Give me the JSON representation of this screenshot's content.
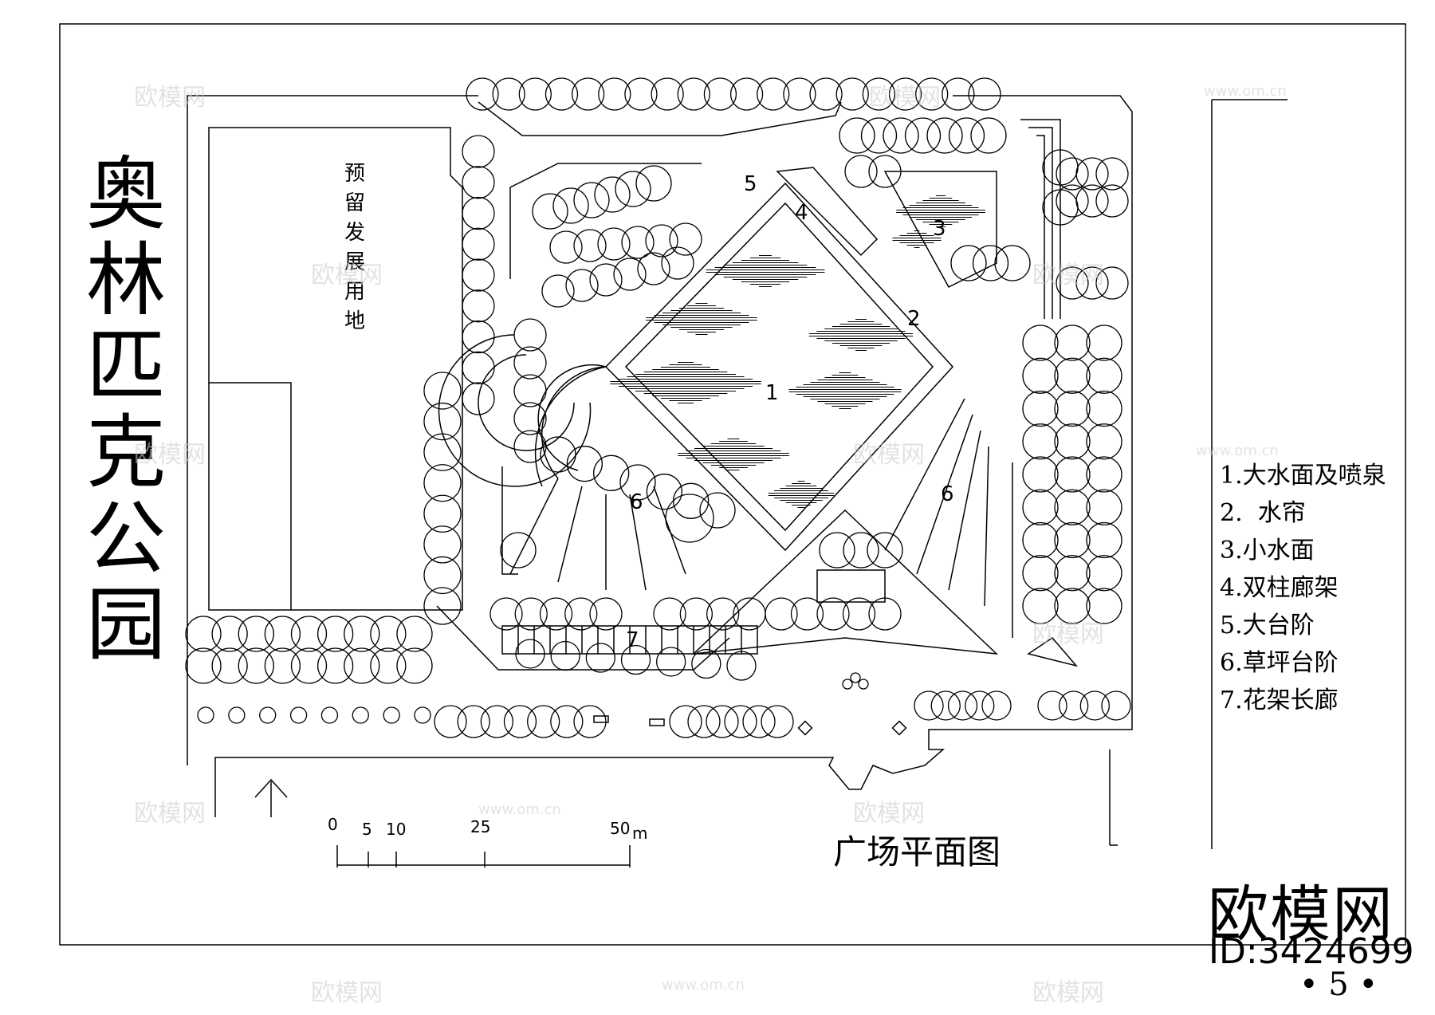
{
  "title_chars": [
    "奥",
    "林",
    "匹",
    "克",
    "公",
    "园"
  ],
  "reserved_chars": [
    "预",
    "留",
    "发",
    "展",
    "用",
    "地"
  ],
  "legend": [
    "1.大水面及喷泉",
    "2.  水帘",
    "3.小水面",
    "4.双柱廊架",
    "5.大台阶",
    "6.草坪台阶",
    "7.花架长廊"
  ],
  "plan_numbers": [
    "1",
    "2",
    "3",
    "4",
    "5",
    "6",
    "6",
    "7"
  ],
  "scale_bar": {
    "labels": [
      "0",
      "5",
      "10",
      "25",
      "50"
    ],
    "unit": "m"
  },
  "caption": "广场平面图",
  "brand": "欧模网",
  "brand_id": "ID:3424699",
  "page_number": "• 5 •",
  "watermarks": [
    "欧模网",
    "www.om.cn"
  ]
}
